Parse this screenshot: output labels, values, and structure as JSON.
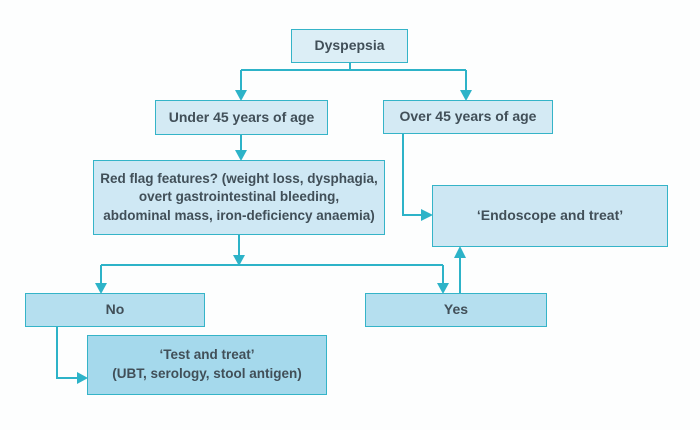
{
  "colors": {
    "line": "#2db3c8",
    "border": "#35b4c8",
    "text": "#414f58",
    "background": "#fdfefe"
  },
  "nodes": {
    "dyspepsia": {
      "label": "Dyspepsia",
      "fill": "#dceef6"
    },
    "under_45": {
      "label": "Under 45 years of age",
      "fill": "#d4eaf4"
    },
    "over_45": {
      "label": "Over 45 years of age",
      "fill": "#d4eaf4"
    },
    "red_flag": {
      "label": "Red flag features? (weight loss, dysphagia, overt gastrointestinal bleeding, abdominal mass, iron-deficiency anaemia)",
      "lines": [
        "Red flag features? (weight loss, dysphagia,",
        "overt gastrointestinal bleeding,",
        "abdominal mass, iron-deficiency anaemia)"
      ],
      "fill": "#cfe8f4"
    },
    "endoscope": {
      "label": "‘Endoscope and treat’",
      "fill": "#cde7f3"
    },
    "no": {
      "label": "No",
      "fill": "#b5dfef"
    },
    "yes": {
      "label": "Yes",
      "fill": "#b5dfef"
    },
    "test_and_treat": {
      "lines": [
        "‘Test and treat’",
        "(UBT, serology, stool antigen)"
      ],
      "fill": "#a5d9ec"
    }
  }
}
